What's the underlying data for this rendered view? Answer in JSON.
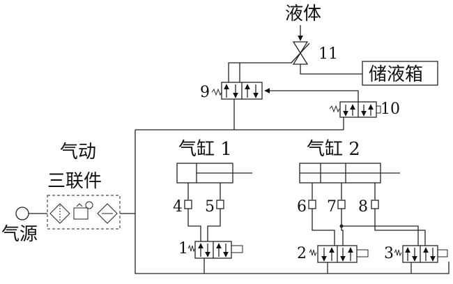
{
  "labels": {
    "liquid": "液体",
    "tank": "储液箱",
    "air_source": "气源",
    "frl_line1": "气动",
    "frl_line2": "三联件",
    "cyl1": "气缸 1",
    "cyl2": "气缸 2"
  },
  "numbers": {
    "n1": "1",
    "n2": "2",
    "n3": "3",
    "n4": "4",
    "n5": "5",
    "n6": "6",
    "n7": "7",
    "n8": "8",
    "n9": "9",
    "n10": "10",
    "n11": "11"
  },
  "colors": {
    "line": "#222222",
    "background": "#ffffff"
  }
}
